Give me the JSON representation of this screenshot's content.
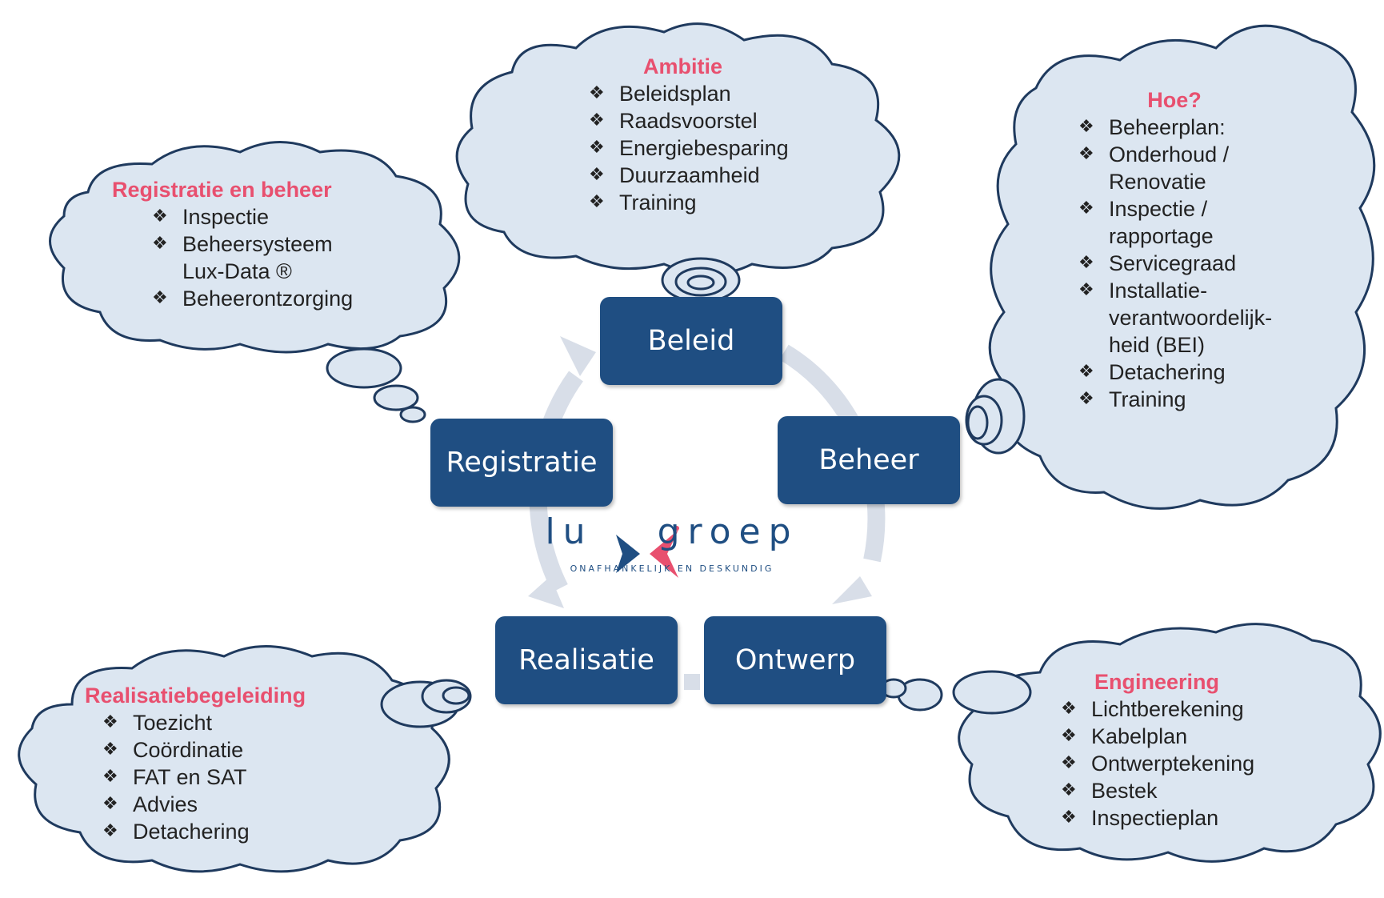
{
  "colors": {
    "box_fill": "#1f4e82",
    "cloud_fill": "#dce6f1",
    "cloud_stroke": "#1f3a5e",
    "title_color": "#e8506f",
    "cycle_arrow": "#d8dee8",
    "logo_accent": "#e8506f"
  },
  "cycle": {
    "beleid": "Beleid",
    "beheer": "Beheer",
    "ontwerp": "Ontwerp",
    "realisatie": "Realisatie",
    "registratie": "Registratie"
  },
  "logo": {
    "word_left": "lu",
    "word_right": "groep",
    "tagline": "ONAFHANKELIJK EN DESKUNDIG"
  },
  "clouds": {
    "ambitie": {
      "title": "Ambitie",
      "items": [
        "Beleidsplan",
        "Raadsvoorstel",
        "Energiebesparing",
        "Duurzaamheid",
        "Training"
      ]
    },
    "registratie": {
      "title": "Registratie en beheer",
      "items": [
        "Inspectie",
        "Beheersysteem",
        "Lux-Data ®",
        "Beheerontzorging"
      ]
    },
    "hoe": {
      "title": "Hoe?",
      "items": [
        "Beheerplan:",
        "Onderhoud /",
        "Renovatie",
        "Inspectie /",
        "rapportage",
        "Servicegraad",
        "Installatie-",
        "verantwoordelijk-",
        "heid (BEI)",
        "Detachering",
        "Training"
      ]
    },
    "realisatie": {
      "title": "Realisatiebegeleiding",
      "items": [
        "Toezicht",
        "Coördinatie",
        "FAT en SAT",
        "Advies",
        "Detachering"
      ]
    },
    "engineering": {
      "title": "Engineering",
      "items": [
        "Lichtberekening",
        "Kabelplan",
        "Ontwerptekening",
        "Bestek",
        "Inspectieplan"
      ]
    }
  }
}
